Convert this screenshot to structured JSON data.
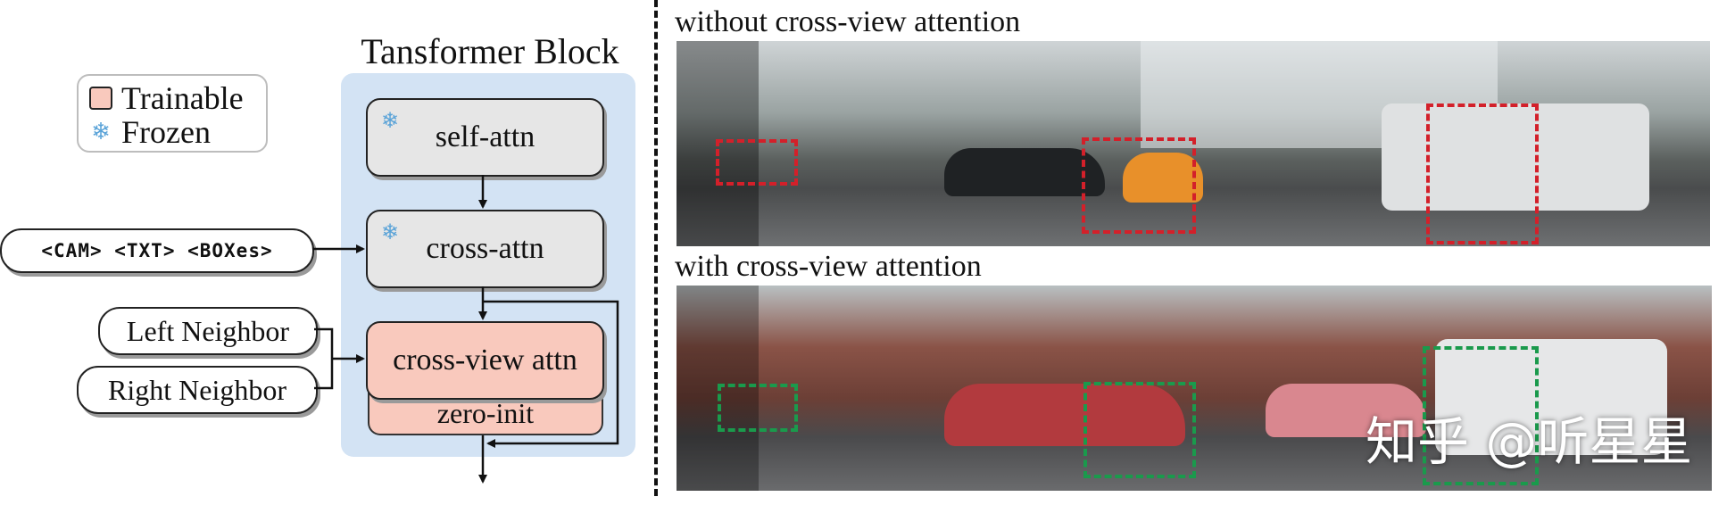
{
  "legend": {
    "trainable_label": "Trainable",
    "frozen_label": "Frozen"
  },
  "block": {
    "title": "Tansformer Block",
    "self_attn": "self-attn",
    "cross_attn": "cross-attn",
    "cross_view_attn": "cross-view attn",
    "zero_init": "zero-init"
  },
  "inputs": {
    "conditions": "<CAM> <TXT> <BOXes>",
    "left_neighbor": "Left Neighbor",
    "right_neighbor": "Right Neighbor"
  },
  "panels": {
    "top_label": "without cross-view attention",
    "bottom_label": "with cross-view attention",
    "watermark": "知乎 @听星星"
  },
  "colors": {
    "trainable": "#f9c9bd",
    "frozen_icon": "#5aa3d8",
    "block_background": "#d3e3f4",
    "module_gray": "#e6e6e6",
    "box_red": "#d3202a",
    "box_green": "#1a9a4c"
  }
}
